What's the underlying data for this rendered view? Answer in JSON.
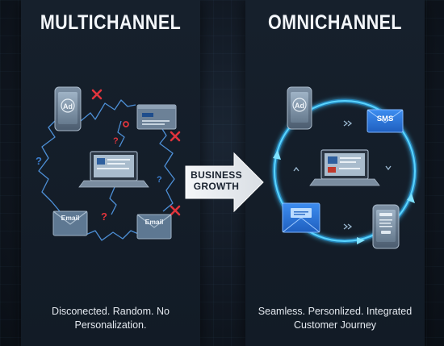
{
  "left": {
    "title": "MULTICHANNEL",
    "caption_line1": "Disconected. Random. No",
    "caption_line2": "Personalization.",
    "ad_label": "Ad",
    "email_label_1": "Email",
    "email_label_2": "Email"
  },
  "center": {
    "arrow_line1": "BUSINESS",
    "arrow_line2": "GROWTH"
  },
  "right": {
    "title": "OMNICHANNEL",
    "caption_line1": "Seamless. Personlized. Integrated",
    "caption_line2": "Customer Journey",
    "ad_label": "Ad",
    "sms_label": "SMS"
  },
  "colors": {
    "accent_cyan": "#27c5ff",
    "error_red": "#e0343c",
    "question_blue": "#3b7fd0",
    "device_gray": "#6c7f93",
    "envelope_blue": "#2f7fe0"
  }
}
